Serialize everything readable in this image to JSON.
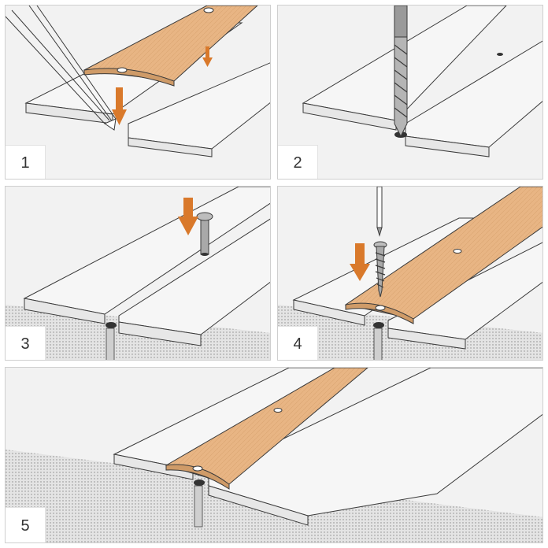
{
  "steps": [
    {
      "number": "1",
      "description": "mark"
    },
    {
      "number": "2",
      "description": "drill"
    },
    {
      "number": "3",
      "description": "insert-dowel"
    },
    {
      "number": "4",
      "description": "screw-profile"
    },
    {
      "number": "5",
      "description": "finished"
    }
  ],
  "colors": {
    "panel_bg": "#f2f2f2",
    "board_top": "#f6f6f6",
    "board_edge": "#e7e7e7",
    "line": "#3a3a3a",
    "arrow": "#d9792b",
    "profile": "#e8b584",
    "profile_dark": "#cf9b68",
    "concrete": "#e4e4e4",
    "dowel": "#a9a9a9"
  },
  "icons": [
    "pencil-icon",
    "drill-bit-icon",
    "dowel-icon",
    "screwdriver-icon",
    "screw-icon",
    "arrow-down-icon"
  ]
}
